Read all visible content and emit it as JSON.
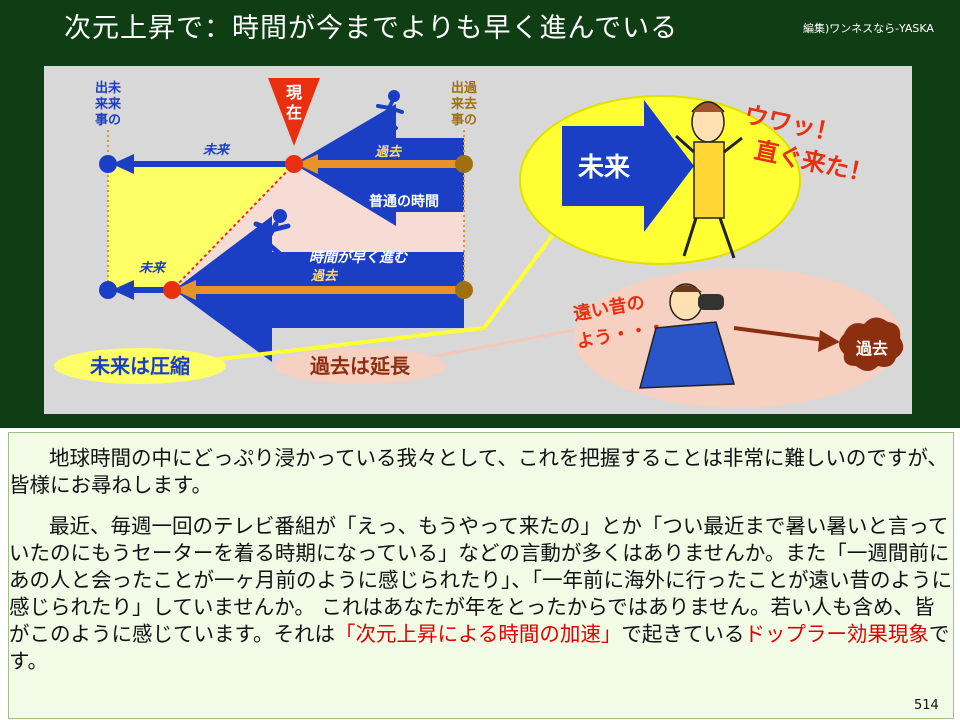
{
  "title": "次元上昇で：時間が今までよりも早く進んでいる",
  "credit": "編集)ワンネスなら-YASKA",
  "diagram": {
    "future_event": "未来の出来事",
    "future_event_l1": "出未",
    "future_event_l2": "来来",
    "future_event_l3": "事の",
    "past_event_l1": "出過",
    "past_event_l2": "来去",
    "past_event_l3": "事の",
    "present_l1": "現",
    "present_l2": "在",
    "future_top": "未来",
    "past_top": "過去",
    "normal_time": "普通の時間",
    "time_fast": "時間が早く進む",
    "past_bottom": "過去",
    "future_bottom": "未来",
    "future_compressed": "未来は圧縮",
    "past_extended": "過去は延長",
    "bubble_future": "未来",
    "exclaim_l1": "ウワッ！",
    "exclaim_l2": "直ぐ来た！",
    "long_ago_l1": "遠い昔の",
    "long_ago_l2": "よう・・・",
    "past_label": "過去",
    "colors": {
      "blue": "#1a3fc4",
      "orange": "#e8922a",
      "yellow": "#ffff66",
      "red": "#e83010",
      "brown": "#a07010"
    }
  },
  "text": {
    "p1": "地球時間の中にどっぷり浸かっている我々として、これを把握することは非常に難しいのですが、皆様にお尋ねします。",
    "p2_a": "最近、毎週一回のテレビ番組が「えっ、もうやって来たの」とか「つい最近まで暑い暑いと言っていたのにもうセーターを着る時期になっている」などの言動が多くはありませんか。また「一週間前にあの人と会ったことが一ヶ月前のように感じられたり」、「一年前に海外に行ったことが遠い昔のように感じられたり」していませんか。 これはあなたが年をとったからではありません。若い人も含め、皆がこのように感じています。それは",
    "p2_red1": "「次元上昇による時間の加速」",
    "p2_b": "で起きている",
    "p2_red2": "ドップラー効果現象",
    "p2_c": "です。"
  },
  "page_number": "514"
}
